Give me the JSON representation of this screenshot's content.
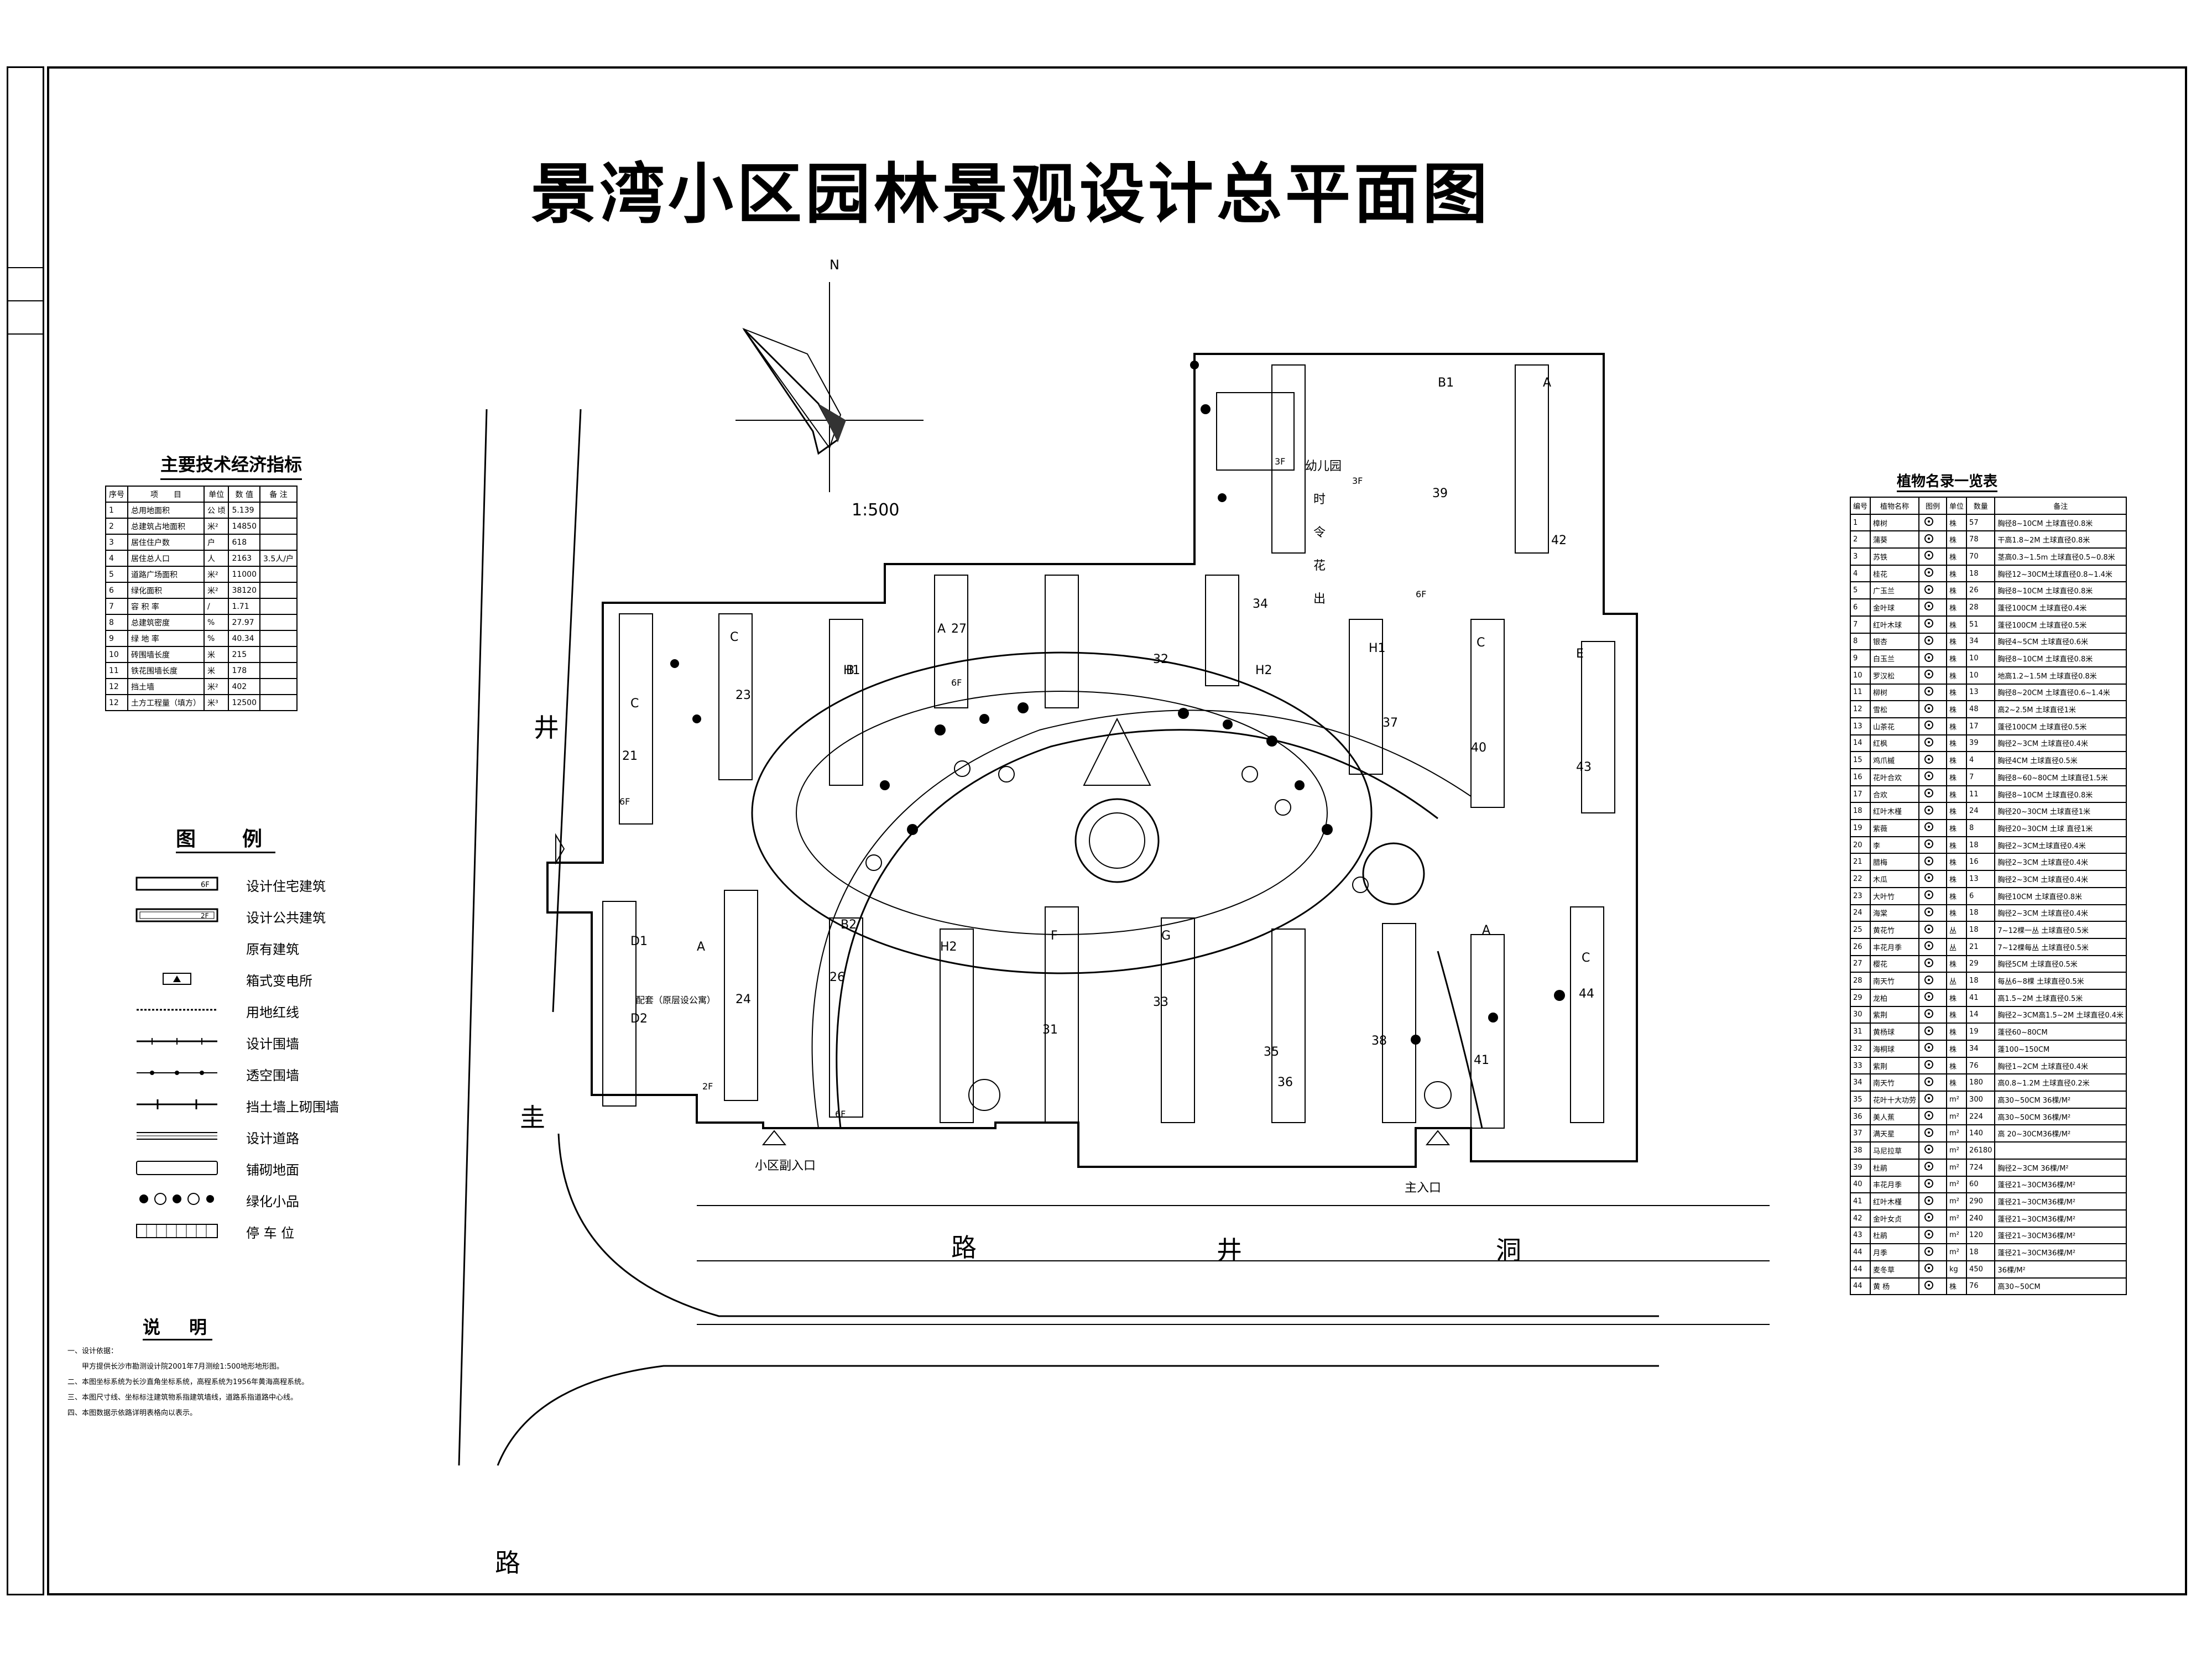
{
  "title": "景湾小区园林景观设计总平面图",
  "compass": {
    "north": "N",
    "scale": "1:500"
  },
  "tech_table": {
    "title": "主要技术经济指标",
    "headers": [
      "序号",
      "项　　目",
      "单位",
      "数  值",
      "备  注"
    ],
    "rows": [
      [
        "1",
        "总用地面积",
        "公 顷",
        "5.139",
        ""
      ],
      [
        "2",
        "总建筑占地面积",
        "米²",
        "14850",
        ""
      ],
      [
        "3",
        "居住住户数",
        "户",
        "618",
        ""
      ],
      [
        "4",
        "居住总人口",
        "人",
        "2163",
        "3.5人/户"
      ],
      [
        "5",
        "道路广场面积",
        "米²",
        "11000",
        ""
      ],
      [
        "6",
        "绿化面积",
        "米²",
        "38120",
        ""
      ],
      [
        "7",
        "容 积 率",
        "/",
        "1.71",
        ""
      ],
      [
        "8",
        "总建筑密度",
        "%",
        "27.97",
        ""
      ],
      [
        "9",
        "绿 地 率",
        "%",
        "40.34",
        ""
      ],
      [
        "10",
        "砖围墙长度",
        "米",
        "215",
        ""
      ],
      [
        "11",
        "铁花围墙长度",
        "米",
        "178",
        ""
      ],
      [
        "12",
        "挡土墙",
        "米²",
        "402",
        ""
      ],
      [
        "12",
        "土方工程量（填方）",
        "米³",
        "12500",
        ""
      ]
    ]
  },
  "legend": {
    "title": "图　例",
    "items": [
      {
        "symbol": "6F",
        "label": "设计住宅建筑"
      },
      {
        "symbol": "2F",
        "label": "设计公共建筑"
      },
      {
        "symbol": "",
        "label": "原有建筑"
      },
      {
        "symbol": "",
        "label": "箱式变电所"
      },
      {
        "symbol": "",
        "label": "用地红线"
      },
      {
        "symbol": "",
        "label": "设计围墙"
      },
      {
        "symbol": "",
        "label": "透空围墙"
      },
      {
        "symbol": "",
        "label": "挡土墙上砌围墙"
      },
      {
        "symbol": "",
        "label": "设计道路"
      },
      {
        "symbol": "",
        "label": "铺砌地面"
      },
      {
        "symbol": "",
        "label": "绿化小品"
      },
      {
        "symbol": "",
        "label": "停 车 位"
      }
    ]
  },
  "notes": {
    "title": "说　明",
    "lines": [
      "一、设计依据：",
      "　　甲方提供长沙市勘测设计院2001年7月测绘1:500地形地形图。",
      "二、本图坐标系统为长沙直角坐标系统，高程系统为1956年黄海高程系统。",
      "三、本图尺寸线、坐标标注建筑物系指建筑墙线，道路系指道路中心线。",
      "四、本图数据示依路详明表格向以表示。"
    ]
  },
  "plants_table": {
    "title": "植物名录一览表",
    "headers": [
      "编号",
      "植物名称",
      "图例",
      "单位",
      "数量",
      "备注"
    ],
    "rows": [
      [
        "1",
        "樟树",
        "",
        "株",
        "57",
        "胸径8~10CM  土球直径0.8米"
      ],
      [
        "2",
        "蒲葵",
        "",
        "株",
        "78",
        "干高1.8~2M  土球直径0.8米"
      ],
      [
        "3",
        "苏铁",
        "",
        "株",
        "70",
        "茎高0.3~1.5m  土球直径0.5~0.8米"
      ],
      [
        "4",
        "桂花",
        "",
        "株",
        "18",
        "胸径12~30CM土球直径0.8~1.4米"
      ],
      [
        "5",
        "广玉兰",
        "",
        "株",
        "26",
        "胸径8~10CM  土球直径0.8米"
      ],
      [
        "6",
        "金叶球",
        "",
        "株",
        "28",
        "蓬径100CM  土球直径0.4米"
      ],
      [
        "7",
        "红叶木球",
        "",
        "株",
        "51",
        "蓬径100CM  土球直径0.5米"
      ],
      [
        "8",
        "银杏",
        "",
        "株",
        "34",
        "胸径4~5CM  土球直径0.6米"
      ],
      [
        "9",
        "白玉兰",
        "",
        "株",
        "10",
        "胸径8~10CM  土球直径0.8米"
      ],
      [
        "10",
        "罗汉松",
        "",
        "株",
        "10",
        "地高1.2~1.5M  土球直径0.8米"
      ],
      [
        "11",
        "柳树",
        "",
        "株",
        "13",
        "胸径8~20CM 土球直径0.6~1.4米"
      ],
      [
        "12",
        "雪松",
        "",
        "株",
        "48",
        "高2~2.5M  土球直径1米"
      ],
      [
        "13",
        "山茶花",
        "",
        "株",
        "17",
        "蓬径100CM  土球直径0.5米"
      ],
      [
        "14",
        "红枫",
        "",
        "株",
        "39",
        "胸径2~3CM  土球直径0.4米"
      ],
      [
        "15",
        "鸡爪槭",
        "",
        "株",
        "4",
        "胸径4CM  土球直径0.5米"
      ],
      [
        "16",
        "花叶合欢",
        "",
        "株",
        "7",
        "胸径8~60~80CM  土球直径1.5米"
      ],
      [
        "17",
        "合欢",
        "",
        "株",
        "11",
        "胸径8~10CM  土球直径0.8米"
      ],
      [
        "18",
        "红叶木槿",
        "",
        "株",
        "24",
        "胸径20~30CM  土球直径1米"
      ],
      [
        "19",
        "紫薇",
        "",
        "株",
        "8",
        "胸径20~30CM  土球 直径1米"
      ],
      [
        "20",
        "李",
        "",
        "株",
        "18",
        "胸径2~3CM土球直径0.4米"
      ],
      [
        "21",
        "腊梅",
        "",
        "株",
        "16",
        "胸径2~3CM  土球直径0.4米"
      ],
      [
        "22",
        "木瓜",
        "",
        "株",
        "13",
        "胸径2~3CM  土球直径0.4米"
      ],
      [
        "23",
        "大叶竹",
        "",
        "株",
        "6",
        "胸径10CM  土球直径0.8米"
      ],
      [
        "24",
        "海棠",
        "",
        "株",
        "18",
        "胸径2~3CM  土球直径0.4米"
      ],
      [
        "25",
        "黄花竹",
        "",
        "丛",
        "18",
        "7~12棵一丛  土球直径0.5米"
      ],
      [
        "26",
        "丰花月季",
        "",
        "丛",
        "21",
        "7~12棵每丛  土球直径0.5米"
      ],
      [
        "27",
        "樱花",
        "",
        "株",
        "29",
        "胸径5CM  土球直径0.5米"
      ],
      [
        "28",
        "南天竹",
        "",
        "丛",
        "18",
        "每丛6~8棵 土球直径0.5米"
      ],
      [
        "29",
        "龙柏",
        "",
        "株",
        "41",
        "高1.5~2M  土球直径0.5米"
      ],
      [
        "30",
        "紫荆",
        "",
        "株",
        "14",
        "胸径2~3CM高1.5~2M 土球直径0.4米"
      ],
      [
        "31",
        "黄杨球",
        "",
        "株",
        "19",
        "蓬径60~80CM"
      ],
      [
        "32",
        "海桐球",
        "",
        "株",
        "34",
        "蓬100~150CM"
      ],
      [
        "33",
        "紫荆",
        "",
        "株",
        "76",
        "胸径1~2CM  土球直径0.4米"
      ],
      [
        "34",
        "南天竹",
        "",
        "株",
        "180",
        "高0.8~1.2M  土球直径0.2米"
      ],
      [
        "35",
        "花叶十大功劳",
        "",
        "m²",
        "300",
        "高30~50CM 36棵/M²"
      ],
      [
        "36",
        "美人蕉",
        "",
        "m²",
        "224",
        "高30~50CM 36棵/M²"
      ],
      [
        "37",
        "满天星",
        "",
        "m²",
        "140",
        "高 20~30CM36棵/M²"
      ],
      [
        "38",
        "马尼拉草",
        "",
        "m²",
        "26180",
        ""
      ],
      [
        "39",
        "杜鹃",
        "",
        "m²",
        "724",
        "胸径2~3CM  36棵/M²"
      ],
      [
        "40",
        "丰花月季",
        "",
        "m²",
        "60",
        "蓬径21~30CM36棵/M²"
      ],
      [
        "41",
        "红叶木槿",
        "",
        "m²",
        "290",
        "蓬径21~30CM36棵/M²"
      ],
      [
        "42",
        "金叶女贞",
        "",
        "m²",
        "240",
        "蓬径21~30CM36棵/M²"
      ],
      [
        "43",
        "杜鹃",
        "",
        "m²",
        "120",
        "蓬径21~30CM36棵/M²"
      ],
      [
        "44",
        "月季",
        "",
        "m²",
        "18",
        "蓬径21~30CM36棵/M²"
      ],
      [
        "44",
        "麦冬草",
        "",
        "kg",
        "450",
        "36棵/M²"
      ],
      [
        "44",
        "黄 杨",
        "",
        "株",
        "76",
        "高30~50CM"
      ]
    ]
  },
  "roads": {
    "west_top": "井",
    "west_bottom": "圭",
    "west_road_end": "路",
    "south": [
      "路",
      "井",
      "洞"
    ]
  },
  "plan_labels": {
    "secondary_gate": "小区副入口",
    "main_gate": "主入口",
    "kindergarten": "幼儿园",
    "kindergarten_chars": [
      "时",
      "令",
      "花",
      "出"
    ],
    "building_codes": [
      "A",
      "B",
      "B1",
      "B2",
      "C",
      "D1",
      "D2",
      "E",
      "F",
      "G",
      "H1",
      "H2"
    ],
    "building_numbers": [
      "21",
      "23",
      "24",
      "26",
      "27",
      "31",
      "32",
      "33",
      "34",
      "35",
      "36",
      "37",
      "38",
      "39",
      "40",
      "41",
      "42",
      "43",
      "44"
    ],
    "floors_6f": "6F",
    "floors_3f": "3F",
    "floors_2f": "2F",
    "public_building": "配套（原层设公寓）"
  }
}
